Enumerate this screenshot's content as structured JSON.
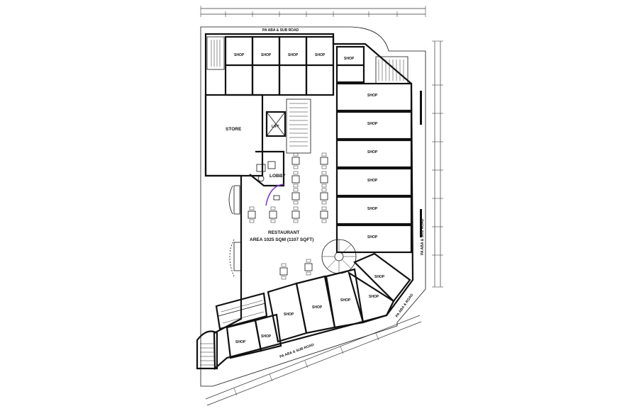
{
  "labels": {
    "road_top": "PA ABA & SUB ROAD",
    "road_right": "PA ABA & SUB ROAD",
    "road_bottom": "PA ABA & SUB ROAD",
    "road_corner": "PA ABA & ROAD",
    "store": "STORE",
    "lift": "LIFT",
    "lobby": "LOBBY",
    "restaurant": "RESTAURANT",
    "restaurant_area": "AREA 1025 SQM (1107 SQFT)",
    "top_shops": [
      "SHOP",
      "SHOP",
      "SHOP",
      "SHOP",
      "SHOP"
    ],
    "right_shops": [
      "SHOP",
      "SHOP",
      "SHOP",
      "SHOP",
      "SHOP",
      "SHOP"
    ],
    "bottom_shops": [
      "SHOP",
      "SHOP",
      "SHOP",
      "SHOP",
      "SHOP"
    ],
    "corner_shop": "SHOP",
    "corner_room": "SHOP"
  },
  "colors": {
    "line": "#111111",
    "accent": "#7a3fbf"
  }
}
